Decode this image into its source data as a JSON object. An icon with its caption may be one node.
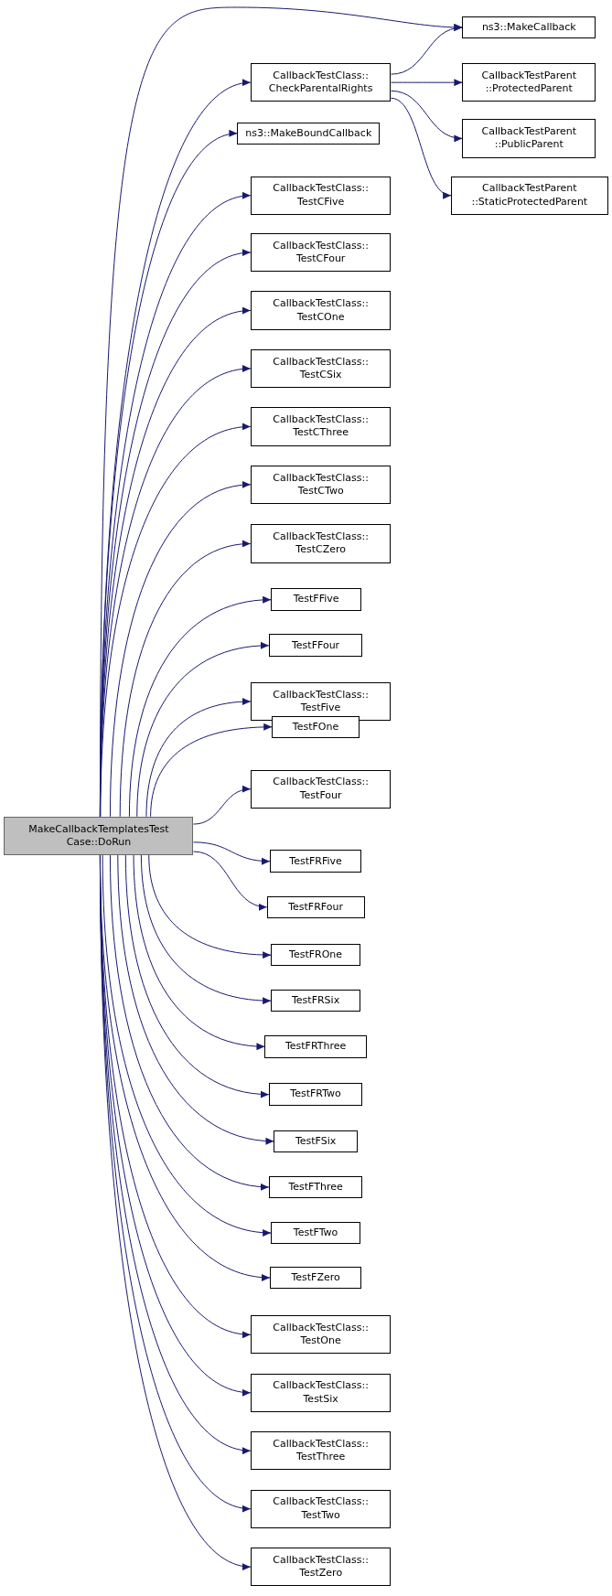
{
  "diagram": {
    "nodes": [
      {
        "text": [
          "MakeCallbackTemplatesTest Case::DoRun"
        ]
      },
      {
        "text": [
          "ns3::MakeCallback"
        ]
      },
      {
        "text": [
          "CallbackTestClass:: CheckParentalRights"
        ]
      },
      {
        "text": [
          "ns3::MakeBoundCallback"
        ]
      },
      {
        "text": [
          "CallbackTestClass:: TestCFive"
        ]
      },
      {
        "text": [
          "CallbackTestClass:: TestCFour"
        ]
      },
      {
        "text": [
          "CallbackTestClass:: TestCOne"
        ]
      },
      {
        "text": [
          "CallbackTestClass:: TestCSix"
        ]
      },
      {
        "text": [
          "CallbackTestClass:: TestCThree"
        ]
      },
      {
        "text": [
          "CallbackTestClass:: TestCTwo"
        ]
      },
      {
        "text": [
          "CallbackTestClass:: TestCZero"
        ]
      },
      {
        "text": [
          "TestFFive"
        ]
      },
      {
        "text": [
          "TestFFour"
        ]
      },
      {
        "text": [
          "CallbackTestClass:: TestFive"
        ]
      },
      {
        "text": [
          "TestFOne"
        ]
      },
      {
        "text": [
          "CallbackTestClass:: TestFour"
        ]
      },
      {
        "text": [
          "TestFRFive"
        ]
      },
      {
        "text": [
          "TestFRFour"
        ]
      },
      {
        "text": [
          "TestFROne"
        ]
      },
      {
        "text": [
          "TestFRSix"
        ]
      },
      {
        "text": [
          "TestFRThree"
        ]
      },
      {
        "text": [
          "TestFRTwo"
        ]
      },
      {
        "text": [
          "TestFSix"
        ]
      },
      {
        "text": [
          "TestFThree"
        ]
      },
      {
        "text": [
          "TestFTwo"
        ]
      },
      {
        "text": [
          "TestFZero"
        ]
      },
      {
        "text": [
          "CallbackTestClass:: TestOne"
        ]
      },
      {
        "text": [
          "CallbackTestClass:: TestSix"
        ]
      },
      {
        "text": [
          "CallbackTestClass:: TestThree"
        ]
      },
      {
        "text": [
          "CallbackTestClass:: TestTwo"
        ]
      },
      {
        "text": [
          "CallbackTestClass:: TestZero"
        ]
      },
      {
        "text": [
          "CallbackTestParent ::ProtectedParent"
        ]
      },
      {
        "text": [
          "CallbackTestParent ::PublicParent"
        ]
      },
      {
        "text": [
          "CallbackTestParent ::StaticProtectedParent"
        ]
      }
    ],
    "edges": [
      {
        "from": 0,
        "to": 1,
        "arrow": "to"
      },
      {
        "from": 0,
        "to": 2,
        "arrow": "to"
      },
      {
        "from": 0,
        "to": 3,
        "arrow": "to"
      },
      {
        "from": 0,
        "to": 4,
        "arrow": "to"
      },
      {
        "from": 0,
        "to": 5,
        "arrow": "to"
      },
      {
        "from": 0,
        "to": 6,
        "arrow": "to"
      },
      {
        "from": 0,
        "to": 7,
        "arrow": "to"
      },
      {
        "from": 0,
        "to": 8,
        "arrow": "to"
      },
      {
        "from": 0,
        "to": 9,
        "arrow": "to"
      },
      {
        "from": 0,
        "to": 10,
        "arrow": "to"
      },
      {
        "from": 0,
        "to": 11,
        "arrow": "to"
      },
      {
        "from": 0,
        "to": 12,
        "arrow": "to"
      },
      {
        "from": 0,
        "to": 13,
        "arrow": "to"
      },
      {
        "from": 0,
        "to": 14,
        "arrow": "to"
      },
      {
        "from": 0,
        "to": 15,
        "arrow": "to"
      },
      {
        "from": 0,
        "to": 16,
        "arrow": "to"
      },
      {
        "from": 0,
        "to": 17,
        "arrow": "to"
      },
      {
        "from": 0,
        "to": 18,
        "arrow": "to"
      },
      {
        "from": 0,
        "to": 19,
        "arrow": "to"
      },
      {
        "from": 0,
        "to": 20,
        "arrow": "to"
      },
      {
        "from": 0,
        "to": 21,
        "arrow": "to"
      },
      {
        "from": 0,
        "to": 22,
        "arrow": "to"
      },
      {
        "from": 0,
        "to": 23,
        "arrow": "to"
      },
      {
        "from": 0,
        "to": 24,
        "arrow": "to"
      },
      {
        "from": 0,
        "to": 25,
        "arrow": "to"
      },
      {
        "from": 0,
        "to": 26,
        "arrow": "to"
      },
      {
        "from": 0,
        "to": 27,
        "arrow": "to"
      },
      {
        "from": 0,
        "to": 28,
        "arrow": "to"
      },
      {
        "from": 0,
        "to": 29,
        "arrow": "to"
      },
      {
        "from": 0,
        "to": 30,
        "arrow": "to"
      },
      {
        "from": 2,
        "to": 1,
        "arrow": "to"
      },
      {
        "from": 2,
        "to": 31,
        "arrow": "to"
      },
      {
        "from": 2,
        "to": 32,
        "arrow": "to"
      },
      {
        "from": 2,
        "to": 33,
        "arrow": "to"
      }
    ]
  }
}
